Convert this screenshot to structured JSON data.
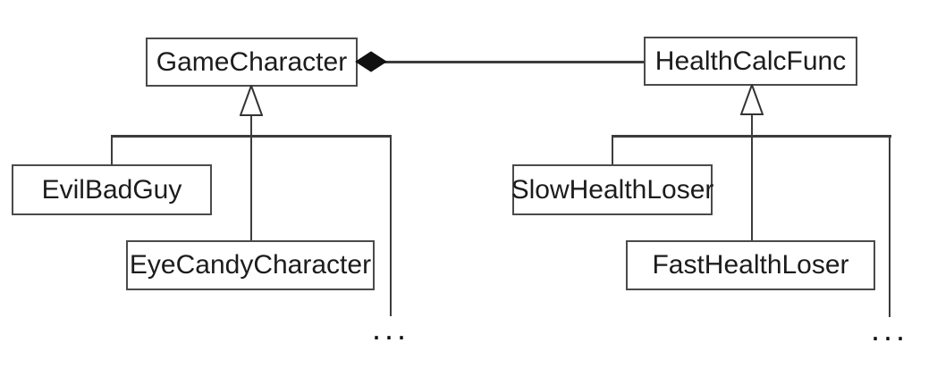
{
  "diagram": {
    "background": "#ffffff",
    "classes": {
      "game_character": {
        "name": "GameCharacter"
      },
      "health_calc_func": {
        "name": "HealthCalcFunc"
      },
      "evil_bad_guy": {
        "name": "EvilBadGuy"
      },
      "eye_candy_character": {
        "name": "EyeCandyCharacter"
      },
      "slow_health_loser": {
        "name": "SlowHealthLoser"
      },
      "fast_health_loser": {
        "name": "FastHealthLoser"
      }
    },
    "connectors": {
      "composition": {
        "from": "GameCharacter",
        "to": "HealthCalcFunc",
        "icon": "filled-diamond"
      },
      "inheritance_left": {
        "parent": "GameCharacter",
        "children": [
          "EvilBadGuy",
          "EyeCandyCharacter"
        ],
        "icon": "hollow-triangle"
      },
      "inheritance_right": {
        "parent": "HealthCalcFunc",
        "children": [
          "SlowHealthLoser",
          "FastHealthLoser"
        ],
        "icon": "hollow-triangle"
      }
    },
    "ellipsis_left": "...",
    "ellipsis_right": "...",
    "colors": {
      "line": "#3c3c3c",
      "box_border": "#4a4a4a",
      "text": "#1c1c1c",
      "diamond_fill": "#111111",
      "triangle_fill": "#ffffff",
      "triangle_stroke": "#333333"
    }
  }
}
